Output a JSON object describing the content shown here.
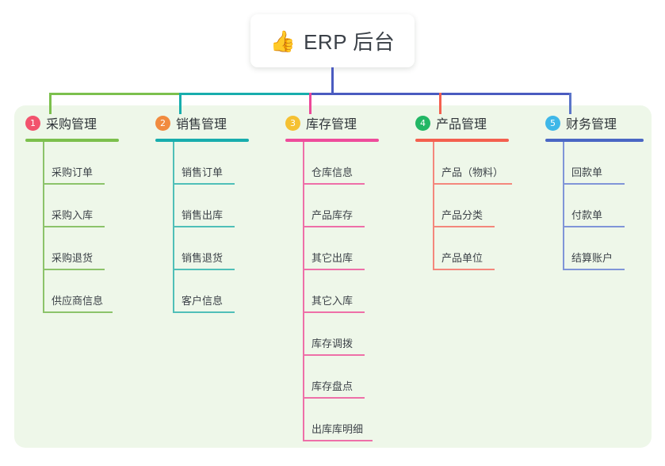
{
  "root": {
    "icon": "thumbs-up-emoji",
    "icon_glyph": "👍",
    "title": "ERP 后台"
  },
  "colors": {
    "canvas_bg": "#eef7e9",
    "page_bg": "#ffffff",
    "trunk": "#4A5BC0",
    "branch_green": "#7CC04D",
    "branch_teal": "#18ADAD",
    "branch_blue": "#4A5BC0",
    "drop_green": "#7CC04D",
    "drop_teal": "#18ADAD",
    "drop_pink": "#EC4899",
    "drop_coral": "#F4604F",
    "drop_blue": "#5B75C9"
  },
  "columns": [
    {
      "number": "1",
      "title": "采购管理",
      "badge_color": "#F2536D",
      "underline_color": "#7CC04D",
      "line_color": "#8CC36A",
      "items": [
        "采购订单",
        "采购入库",
        "采购退货",
        "供应商信息"
      ]
    },
    {
      "number": "2",
      "title": "销售管理",
      "badge_color": "#F18B3F",
      "underline_color": "#18ADAD",
      "line_color": "#4FBFB8",
      "items": [
        "销售订单",
        "销售出库",
        "销售退货",
        "客户信息"
      ]
    },
    {
      "number": "3",
      "title": "库存管理",
      "badge_color": "#F5C132",
      "underline_color": "#EE4C9B",
      "line_color": "#EE6FA8",
      "items": [
        "仓库信息",
        "产品库存",
        "其它出库",
        "其它入库",
        "库存调拨",
        "库存盘点",
        "出库库明细"
      ]
    },
    {
      "number": "4",
      "title": "产品管理",
      "badge_color": "#22B765",
      "underline_color": "#F4604F",
      "line_color": "#F4877C",
      "items": [
        "产品（物料）",
        "产品分类",
        "产品单位"
      ]
    },
    {
      "number": "5",
      "title": "财务管理",
      "badge_color": "#3EB7E8",
      "underline_color": "#4A67C4",
      "line_color": "#8095D8",
      "items": [
        "回款单",
        "付款单",
        "结算账户"
      ]
    }
  ]
}
